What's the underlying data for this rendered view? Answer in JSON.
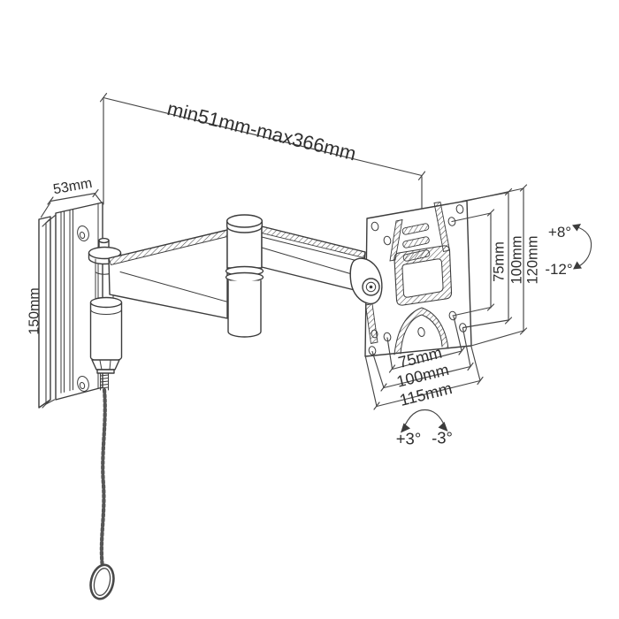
{
  "page": {
    "title": "Articulating TV wall mount dimensional drawing",
    "background": "#ffffff"
  },
  "style": {
    "line_color": "#3c3c3c",
    "dimension_color": "#464646",
    "text_color": "#2e2e2e"
  },
  "labels": {
    "extension_range": "min51mm-max366mm",
    "wall_plate_depth": "53mm",
    "wall_plate_height": "150mm",
    "vesa_vertical": {
      "inner": "75mm",
      "middle": "100mm",
      "outer": "120mm"
    },
    "vesa_horizontal": {
      "inner": "75mm",
      "middle": "100mm",
      "outer": "115mm"
    },
    "tilt": {
      "up": "+8°",
      "down": "-12°"
    },
    "swivel": {
      "left": "+3°",
      "right": "-3°"
    }
  }
}
